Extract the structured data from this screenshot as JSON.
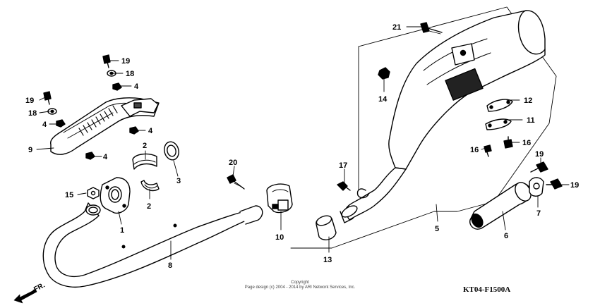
{
  "diagram": {
    "callouts": {
      "c1": "1",
      "c2a": "2",
      "c2b": "2",
      "c3": "3",
      "c4a": "4",
      "c4b": "4",
      "c4c": "4",
      "c4d": "4",
      "c5": "5",
      "c6": "6",
      "c7": "7",
      "c8": "8",
      "c9": "9",
      "c10": "10",
      "c11": "11",
      "c12": "12",
      "c13": "13",
      "c14": "14",
      "c15": "15",
      "c16a": "16",
      "c16b": "16",
      "c17": "17",
      "c18a": "18",
      "c18b": "18",
      "c19a": "19",
      "c19b": "19",
      "c19c": "19",
      "c19d": "19",
      "c20": "20",
      "c21": "21"
    },
    "direction_label": "FR.",
    "copyright_line1": "Copyright",
    "copyright_line2": "Page design (c) 2004 - 2014 by ARI Network Services, Inc.",
    "diagram_code": "KT04-F1500A"
  }
}
